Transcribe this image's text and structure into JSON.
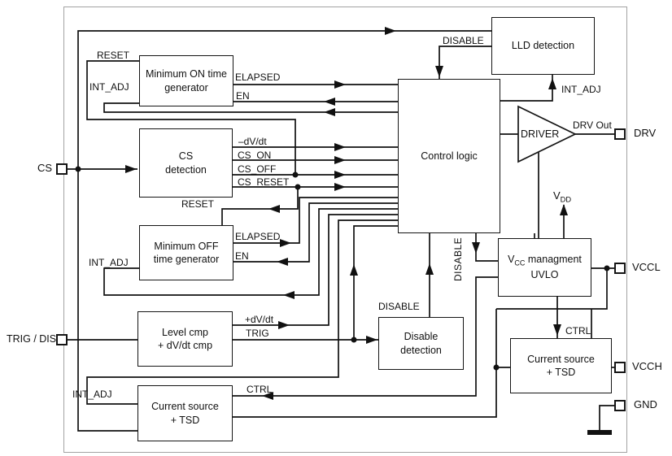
{
  "pins": {
    "cs": "CS",
    "trig_dis": "TRIG / DIS",
    "drv": "DRV",
    "vccl": "VCCL",
    "vcch": "VCCH",
    "gnd": "GND"
  },
  "blocks": {
    "min_on": "Minimum ON time\ngenerator",
    "cs_detection": "CS\ndetection",
    "min_off": "Minimum OFF\ntime generator",
    "level_cmp": "Level cmp\n+ dV/dt cmp",
    "current_source_left": "Current source\n+ TSD",
    "control_logic": "Control logic",
    "lld_detection": "LLD detection",
    "driver": "DRIVER",
    "vcc_mgmt": {
      "v": "V",
      "sub": "CC",
      "line1_rest": " managment",
      "line2": "UVLO"
    },
    "disable_detection": "Disable\ndetection",
    "current_source_right": "Current source\n+ TSD"
  },
  "signals": {
    "reset_on": "RESET",
    "int_adj_on": "INT_ADJ",
    "elapsed_on": "ELAPSED",
    "en_on": "EN",
    "neg_dvdt": "–dV/dt",
    "cs_on": "CS_ON",
    "cs_off": "CS_OFF",
    "cs_reset": "CS_RESET",
    "reset_off": "RESET",
    "elapsed_off": "ELAPSED",
    "en_off": "EN",
    "int_adj_off": "INT_ADJ",
    "pos_dvdt": "+dV/dt",
    "trig": "TRIG",
    "disable_top": "DISABLE",
    "int_adj_lld": "INT_ADJ",
    "drv_out": "DRV Out",
    "vdd": {
      "v": "V",
      "sub": "DD"
    },
    "disable_vertical": "DISABLE",
    "disable_mid": "DISABLE",
    "ctrl_right": "CTRL",
    "ctrl_left": "CTRL",
    "int_adj_cs": "INT_ADJ"
  },
  "colors": {
    "line": "#111111",
    "frame": "#a3a3a3",
    "background": "#ffffff"
  }
}
